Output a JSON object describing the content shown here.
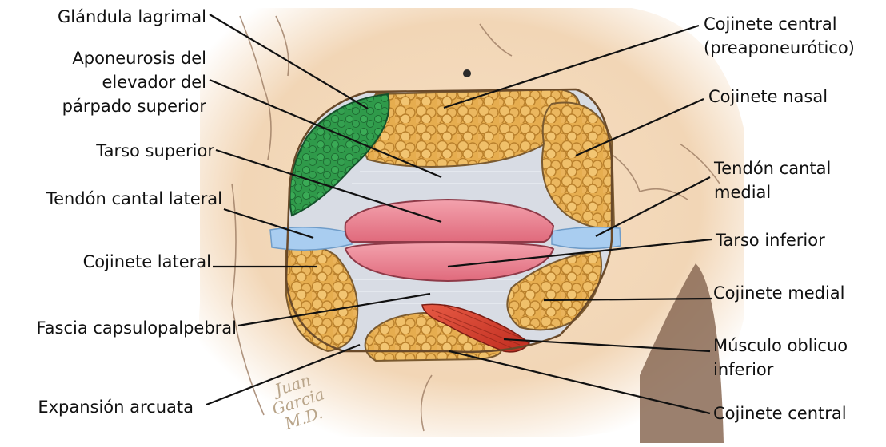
{
  "labels": {
    "glandula_lagrimal": "Glándula lagrimal",
    "aponeurosis_l1": "Aponeurosis del",
    "aponeurosis_l2": "elevador del",
    "aponeurosis_l3": "párpado superior",
    "tarso_superior": "Tarso superior",
    "tendon_cantal_lateral": "Tendón cantal lateral",
    "cojinete_lateral": "Cojinete lateral",
    "fascia_capsulopalpebral": "Fascia capsulopalpebral",
    "expansion_arcuata": "Expansión arcuata",
    "cojinete_central_pre_l1": "Cojinete central",
    "cojinete_central_pre_l2": "(preaponeurótico)",
    "cojinete_nasal": "Cojinete nasal",
    "tendon_cantal_medial_l1": "Tendón cantal",
    "tendon_cantal_medial_l2": "medial",
    "tarso_inferior": "Tarso inferior",
    "cojinete_medial": "Cojinete medial",
    "musculo_oblicuo_l1": "Músculo oblicuo",
    "musculo_oblicuo_l2": "inferior",
    "cojinete_central": "Cojinete central"
  },
  "signature": {
    "line1": "Juan Garcia",
    "line2": "M.D."
  },
  "colors": {
    "fat": "#e6ad4f",
    "fat_dark": "#b9802c",
    "gland": "#2f9a4a",
    "tarsus": "#e8798a",
    "tendon": "#a9cdf0",
    "muscle": "#d8402e",
    "skin": "#f4dcc0",
    "leader": "#111111"
  }
}
